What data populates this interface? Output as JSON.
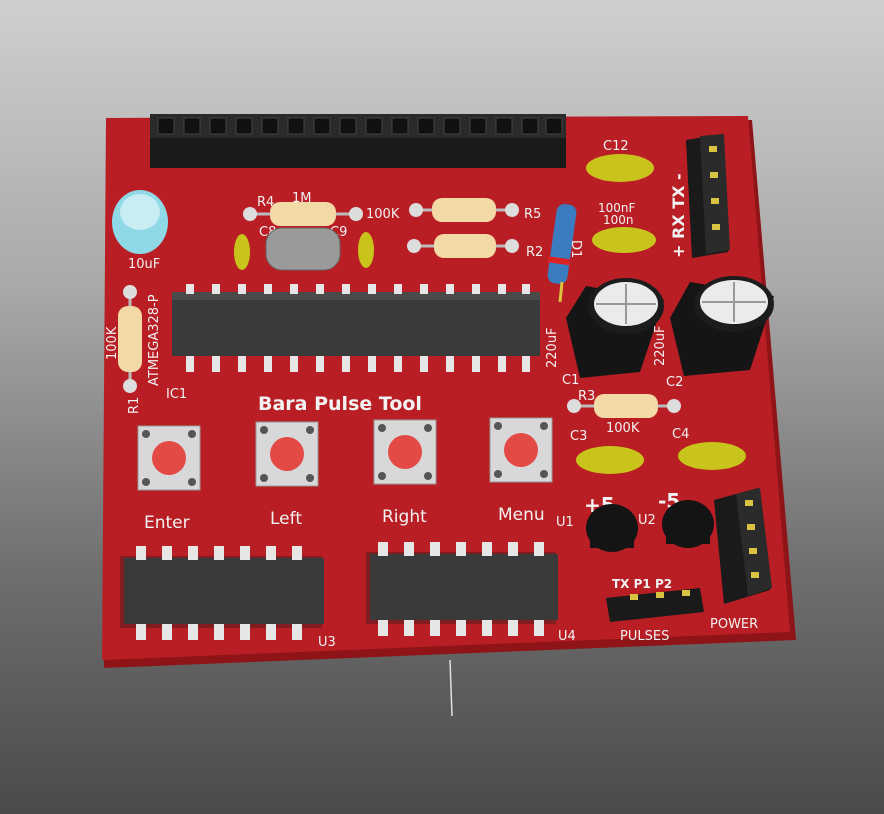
{
  "board": {
    "title": "Bara Pulse Tool",
    "colors": {
      "pcb": "#b81e24",
      "pcb_edge": "#8e1418",
      "silk": "#f2f2f2",
      "ic": "#3a3a3a",
      "button": "#e34a45"
    }
  },
  "labels": {
    "c12": "C12",
    "cap_100nf": "100nF",
    "cap_100n": "100n",
    "r4": "R4",
    "r4_value": "1M",
    "c8": "C8",
    "c9": "C9",
    "r5_value": "100K",
    "r5": "R5",
    "r2": "R2",
    "d1": "D1",
    "cap_10uf": "10uF",
    "atmega": "ATMEGA328-P",
    "r1_value": "100K",
    "r1": "R1",
    "ic1": "IC1",
    "cap_220uf_left": "220uF",
    "cap_220uf_right": "220uF",
    "c1": "C1",
    "c2": "C2",
    "r3": "R3",
    "r3_value": "100K",
    "c3": "C3",
    "c4": "C4",
    "plus5": "+5",
    "minus5": "-5",
    "u1": "U1",
    "u2": "U2",
    "u3": "U3",
    "u4": "U4",
    "serial_header": "+ RX TX -",
    "pulses_pins": "TX P1 P2",
    "pulses": "PULSES",
    "power": "POWER"
  },
  "buttons": [
    {
      "label": "Enter"
    },
    {
      "label": "Left"
    },
    {
      "label": "Right"
    },
    {
      "label": "Menu"
    }
  ]
}
